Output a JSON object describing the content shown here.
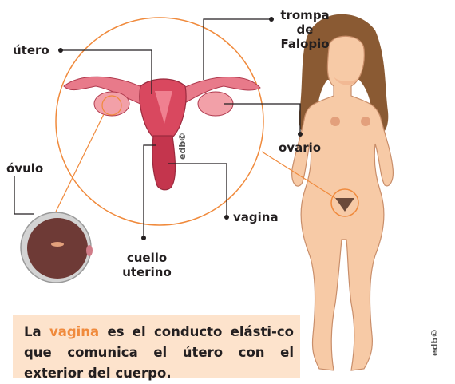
{
  "labels": {
    "utero": "útero",
    "trompa": [
      "trompa",
      "de",
      "Falopio"
    ],
    "ovario": "ovario",
    "ovulo": "óvulo",
    "vagina": "vagina",
    "cuello": [
      "cuello",
      "uterino"
    ]
  },
  "caption": {
    "pre": "La ",
    "highlight": "vagina",
    "rest": " es el conducto elásti-co que comunica el útero con el exterior del cuerpo."
  },
  "watermarks": {
    "uterus": "edb©",
    "figure": "edb©"
  },
  "colors": {
    "accent": "#f08a3c",
    "skin": "#f7caa6",
    "uterus": "#d9485f",
    "caption_bg": "#fde3cc"
  }
}
